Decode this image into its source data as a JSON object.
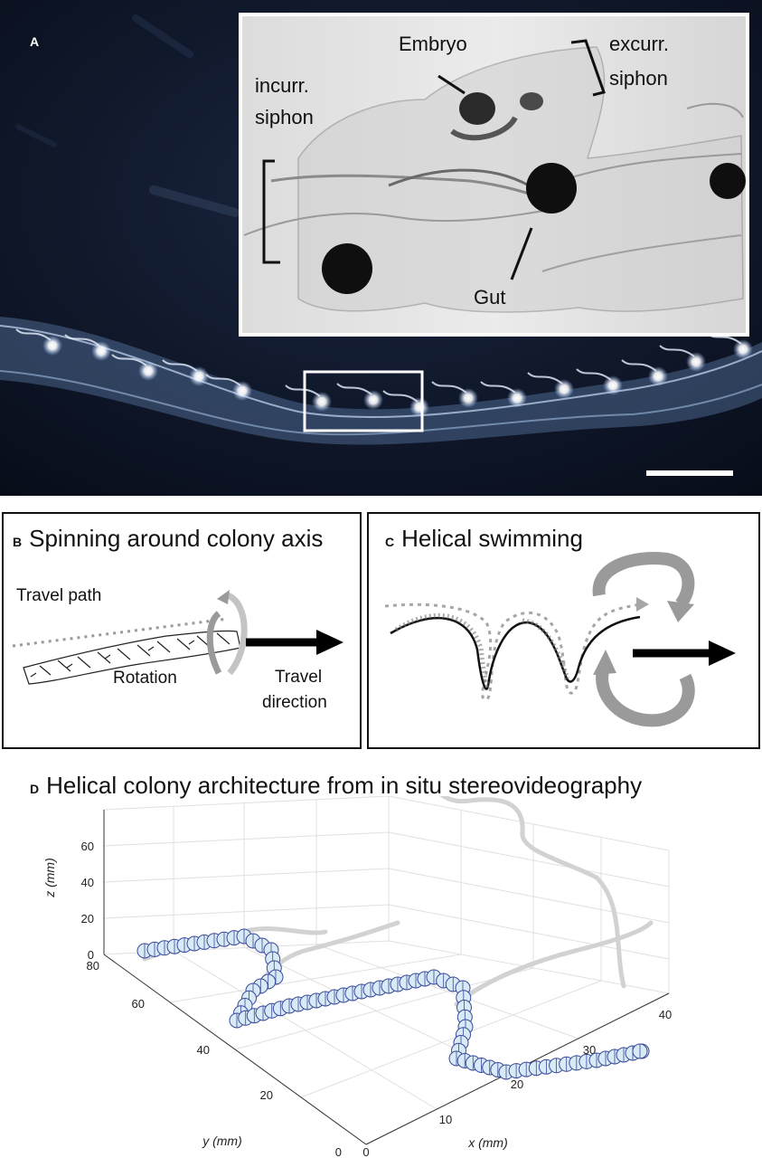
{
  "figure": {
    "panel_a": {
      "label": "A",
      "inset_labels": {
        "embryo": "Embryo",
        "excurrent_line1": "excurr.",
        "excurrent_line2": "siphon",
        "incurrent_line1": "incurr.",
        "incurrent_line2": "siphon",
        "gut": "Gut"
      },
      "zooid_count": 15
    },
    "panel_b": {
      "label": "B",
      "title": "Spinning around colony axis",
      "travel_path": "Travel path",
      "rotation": "Rotation",
      "travel_direction_line1": "Travel",
      "travel_direction_line2": "direction"
    },
    "panel_c": {
      "label": "C",
      "title": "Helical swimming"
    },
    "panel_d": {
      "label": "D",
      "title": "Helical colony architecture from in situ stereovideography",
      "axes": {
        "x_label": "x (mm)",
        "y_label": "y (mm)",
        "z_label": "z (mm)",
        "x_ticks": [
          "0",
          "10",
          "20",
          "30",
          "40"
        ],
        "y_ticks": [
          "0",
          "20",
          "40",
          "60",
          "80"
        ],
        "z_ticks": [
          "0",
          "20",
          "40",
          "60"
        ]
      }
    }
  },
  "colors": {
    "background_dark": "#0c1526",
    "zooid_fill": "#d8eaf6",
    "zooid_stroke": "#3a4a9a",
    "shadow_path": "#d2d2d2",
    "arrow_gray": "#9a9a9a"
  }
}
